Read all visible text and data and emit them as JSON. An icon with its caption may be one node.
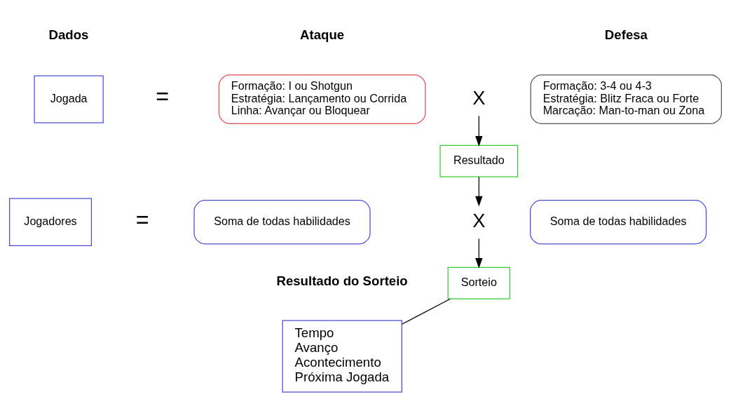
{
  "diagram": {
    "nodes": [
      {
        "text": [
          "Jogada"
        ]
      },
      {
        "text": [
          "Formação: I ou Shotgun",
          "Estratégia: Lançamento ou Corrida",
          "Linha: Avançar ou Bloquear"
        ]
      },
      {
        "text": [
          "X"
        ]
      },
      {
        "text": [
          "Formação: 3-4 ou 4-3",
          "Estratégia: Blitz Fraca ou Forte",
          "Marcação: Man-to-man ou Zona"
        ]
      },
      {
        "text": [
          "Resultado"
        ]
      },
      {
        "text": [
          "Jogadores"
        ]
      },
      {
        "text": [
          "Soma de todas habilidades"
        ]
      },
      {
        "text": [
          "X"
        ]
      },
      {
        "text": [
          "Soma de todas habilidades"
        ]
      },
      {
        "text": [
          "Sorteio"
        ]
      },
      {
        "text": [
          "Resultado do Sorteio",
          "Tempo",
          "Avanço",
          "Acontecimento",
          "Próxima Jogada"
        ]
      }
    ],
    "edges": [
      {
        "from": 2,
        "to": 4,
        "arrow": "to"
      },
      {
        "from": 4,
        "to": 7,
        "arrow": "to"
      },
      {
        "from": 7,
        "to": 9,
        "arrow": "to"
      },
      {
        "from": 9,
        "to": 10,
        "arrow": "none"
      }
    ],
    "labels": [
      "Dados",
      "Ataque",
      "Defesa",
      "=",
      "="
    ]
  }
}
